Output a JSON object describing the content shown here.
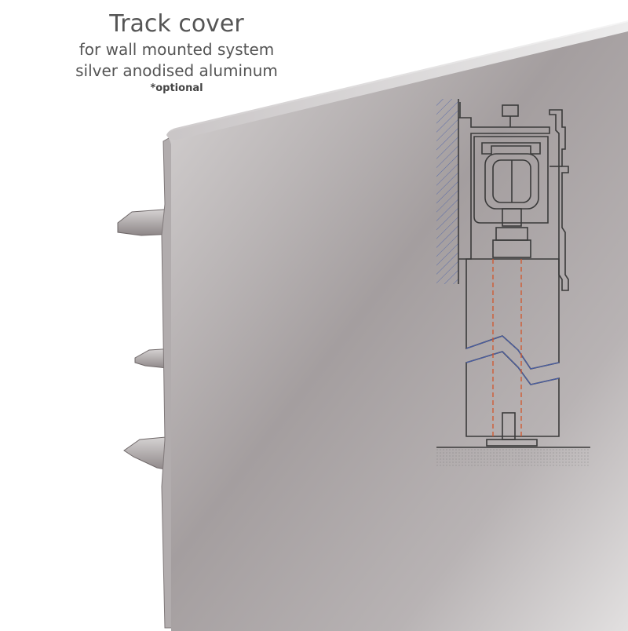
{
  "caption": {
    "title": "Track cover",
    "line1": "for wall mounted system",
    "line2": "silver anodised aluminum",
    "note": "*optional"
  },
  "colors": {
    "panel_light": "#d9d6d6",
    "panel_mid": "#a49e9f",
    "panel_dark": "#8f8889",
    "edge_highlight": "#f2f2f2",
    "drawing_line": "#3a3a3a",
    "wall_hatch": "#4a5fa8",
    "centerline": "#d2552a",
    "caption_text": "#555555"
  },
  "illustration": {
    "subject": "extruded aluminium track cover profile with cross-section drawing of sliding door track, roller, door panel and floor guide",
    "icons": [
      "track-cover-profile",
      "cross-section-drawing"
    ]
  }
}
